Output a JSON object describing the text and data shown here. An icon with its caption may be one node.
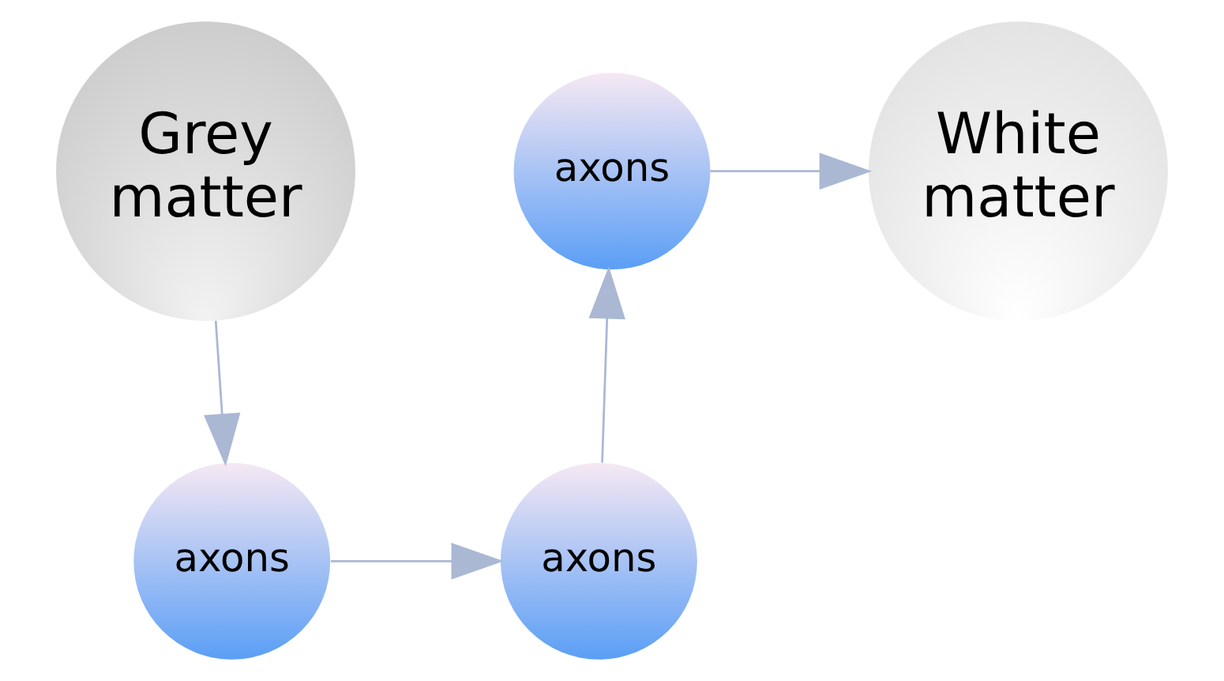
{
  "diagram": {
    "nodes": [
      {
        "text": [
          "Grey matter"
        ]
      },
      {
        "text": [
          "axons"
        ]
      },
      {
        "text": [
          "axons"
        ]
      },
      {
        "text": [
          "axons"
        ]
      },
      {
        "text": [
          "White matter"
        ]
      }
    ],
    "edges": [
      {
        "from": 0,
        "to": 1,
        "arrow": "to"
      },
      {
        "from": 1,
        "to": 2,
        "arrow": "to"
      },
      {
        "from": 2,
        "to": 3,
        "arrow": "to"
      },
      {
        "from": 3,
        "to": 4,
        "arrow": "to"
      }
    ]
  }
}
